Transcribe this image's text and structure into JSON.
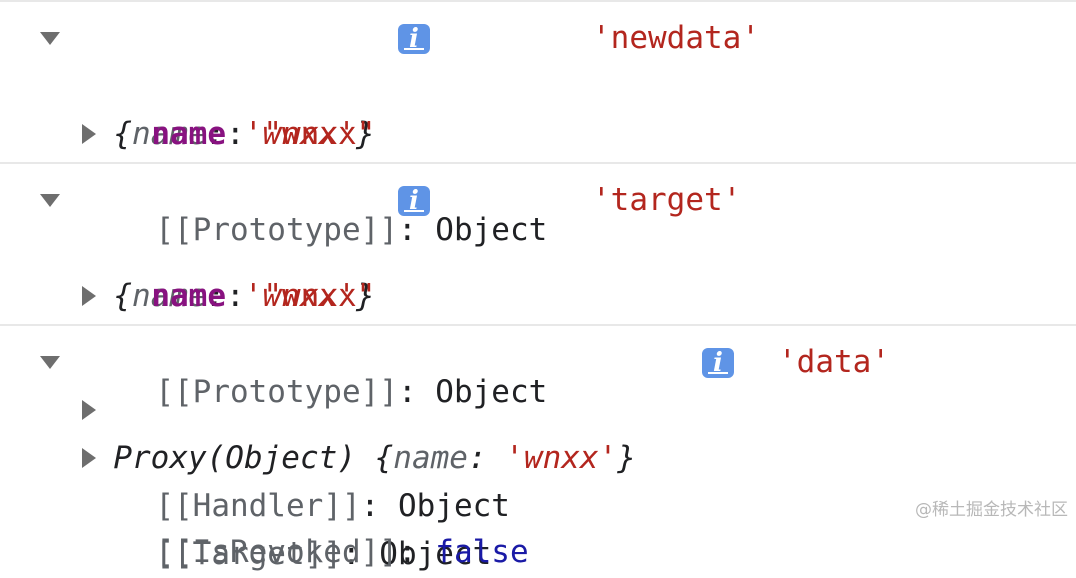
{
  "entries": [
    {
      "summary_open": "{",
      "summary_key": "name",
      "summary_colon": ": ",
      "summary_value": "'wnxx'",
      "summary_close": "}",
      "info_glyph": "i",
      "label": "'newdata'",
      "prop_key": "name",
      "prop_colon": ": ",
      "prop_value": "\"wnxx\"",
      "proto_label": "[[Prototype]]",
      "proto_colon": ": ",
      "proto_value": "Object"
    },
    {
      "summary_open": "{",
      "summary_key": "name",
      "summary_colon": ": ",
      "summary_value": "'wnxx'",
      "summary_close": "}",
      "info_glyph": "i",
      "label": "'target'",
      "prop_key": "name",
      "prop_colon": ": ",
      "prop_value": "\"wnxx\"",
      "proto_label": "[[Prototype]]",
      "proto_colon": ": ",
      "proto_value": "Object"
    },
    {
      "summary_prefix": "Proxy(Object) ",
      "summary_open": "{",
      "summary_key": "name",
      "summary_colon": ": ",
      "summary_value": "'wnxx'",
      "summary_close": "}",
      "info_glyph": "i",
      "label": "'data'",
      "handler_label": "[[Handler]]",
      "handler_colon": ": ",
      "handler_value": "Object",
      "target_label": "[[Target]]",
      "target_colon": ": ",
      "target_value": "Object",
      "revoked_label": "[[IsRevoked]]",
      "revoked_colon": ": ",
      "revoked_value": "false"
    }
  ],
  "watermark": "@稀土掘金技术社区",
  "colors": {
    "string": "#b3261e",
    "key": "#881280",
    "keyword": "#1a1aa6",
    "info_badge": "#5f94e6",
    "separator": "#e8e8e8"
  }
}
